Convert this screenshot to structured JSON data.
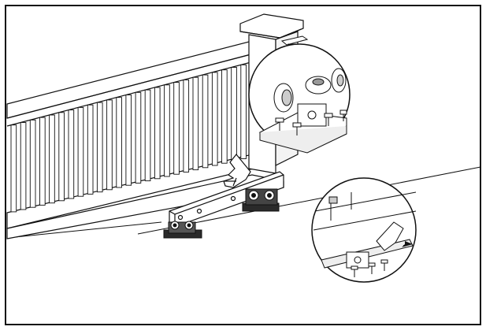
{
  "illustration": {
    "subject": "sliding-gate-roller-carriage-installation",
    "colors": {
      "line": "#111111",
      "fill": "#ffffff",
      "shade": "#d8d8d8",
      "dark": "#2a2a2a"
    },
    "icons": [
      "hand-icon",
      "arrow-icon"
    ],
    "callouts": [
      "roller-carriage-detail",
      "bolt-adjustment-detail"
    ]
  }
}
